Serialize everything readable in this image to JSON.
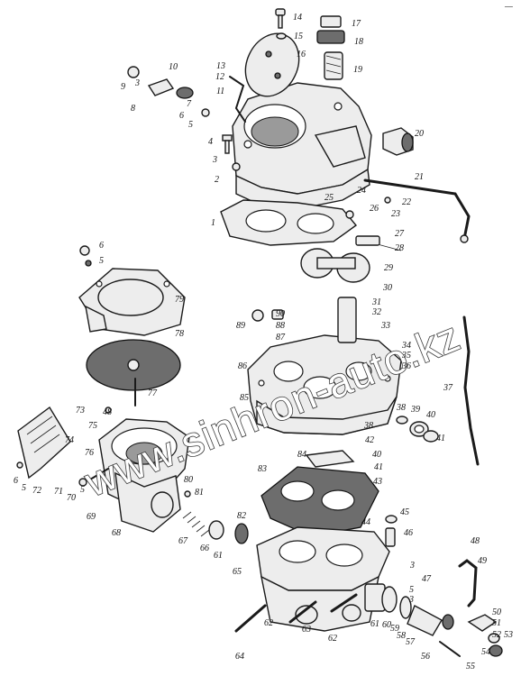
{
  "figure": {
    "corner_mark": "—"
  },
  "watermark": {
    "text": "www.sinhron-auto.kz"
  },
  "callouts": [
    {
      "id": "c1",
      "text": "1"
    },
    {
      "id": "c2",
      "text": "2"
    },
    {
      "id": "c3a",
      "text": "3"
    },
    {
      "id": "c3b",
      "text": "3"
    },
    {
      "id": "c4",
      "text": "4"
    },
    {
      "id": "c5a",
      "text": "5"
    },
    {
      "id": "c6",
      "text": "6"
    },
    {
      "id": "c7",
      "text": "7"
    },
    {
      "id": "c8",
      "text": "8"
    },
    {
      "id": "c9",
      "text": "9"
    },
    {
      "id": "c10",
      "text": "10"
    },
    {
      "id": "c11",
      "text": "11"
    },
    {
      "id": "c12",
      "text": "12"
    },
    {
      "id": "c13",
      "text": "13"
    },
    {
      "id": "c14",
      "text": "14"
    },
    {
      "id": "c15",
      "text": "15"
    },
    {
      "id": "c16",
      "text": "16"
    },
    {
      "id": "c17",
      "text": "17"
    },
    {
      "id": "c18",
      "text": "18"
    },
    {
      "id": "c19",
      "text": "19"
    },
    {
      "id": "c20",
      "text": "20"
    },
    {
      "id": "c21",
      "text": "21"
    },
    {
      "id": "c22",
      "text": "22"
    },
    {
      "id": "c23",
      "text": "23"
    },
    {
      "id": "c24",
      "text": "24"
    },
    {
      "id": "c25",
      "text": "25"
    },
    {
      "id": "c26",
      "text": "26"
    },
    {
      "id": "c27",
      "text": "27"
    },
    {
      "id": "c28",
      "text": "28"
    },
    {
      "id": "c29",
      "text": "29"
    },
    {
      "id": "c30",
      "text": "30"
    },
    {
      "id": "c31",
      "text": "31"
    },
    {
      "id": "c32",
      "text": "32"
    },
    {
      "id": "c33",
      "text": "33"
    },
    {
      "id": "c34",
      "text": "34"
    },
    {
      "id": "c35",
      "text": "35"
    },
    {
      "id": "c36",
      "text": "36"
    },
    {
      "id": "c37",
      "text": "37"
    },
    {
      "id": "c38",
      "text": "38"
    },
    {
      "id": "c38b",
      "text": "38"
    },
    {
      "id": "c39",
      "text": "39"
    },
    {
      "id": "c40",
      "text": "40"
    },
    {
      "id": "c40b",
      "text": "40"
    },
    {
      "id": "c41",
      "text": "41"
    },
    {
      "id": "c41b",
      "text": "41"
    },
    {
      "id": "c42",
      "text": "42"
    },
    {
      "id": "c43",
      "text": "43"
    },
    {
      "id": "c44",
      "text": "44"
    },
    {
      "id": "c45",
      "text": "45"
    },
    {
      "id": "c46",
      "text": "46"
    },
    {
      "id": "c47",
      "text": "47"
    },
    {
      "id": "c48",
      "text": "48"
    },
    {
      "id": "c48b",
      "text": "48"
    },
    {
      "id": "c49",
      "text": "49"
    },
    {
      "id": "c50",
      "text": "50"
    },
    {
      "id": "c51",
      "text": "51"
    },
    {
      "id": "c52",
      "text": "52"
    },
    {
      "id": "c53",
      "text": "53"
    },
    {
      "id": "c54",
      "text": "54"
    },
    {
      "id": "c55",
      "text": "55"
    },
    {
      "id": "c56",
      "text": "56"
    },
    {
      "id": "c57",
      "text": "57"
    },
    {
      "id": "c58",
      "text": "58"
    },
    {
      "id": "c59",
      "text": "59"
    },
    {
      "id": "c60",
      "text": "60"
    },
    {
      "id": "c61",
      "text": "61"
    },
    {
      "id": "c61b",
      "text": "61"
    },
    {
      "id": "c62",
      "text": "62"
    },
    {
      "id": "c62b",
      "text": "62"
    },
    {
      "id": "c63",
      "text": "63"
    },
    {
      "id": "c64",
      "text": "64"
    },
    {
      "id": "c65",
      "text": "65"
    },
    {
      "id": "c66",
      "text": "66"
    },
    {
      "id": "c67",
      "text": "67"
    },
    {
      "id": "c68",
      "text": "68"
    },
    {
      "id": "c69",
      "text": "69"
    },
    {
      "id": "c70",
      "text": "70"
    },
    {
      "id": "c71",
      "text": "71"
    },
    {
      "id": "c72",
      "text": "72"
    },
    {
      "id": "c73",
      "text": "73"
    },
    {
      "id": "c74",
      "text": "74"
    },
    {
      "id": "c75",
      "text": "75"
    },
    {
      "id": "c76",
      "text": "76"
    },
    {
      "id": "c77",
      "text": "77"
    },
    {
      "id": "c78",
      "text": "78"
    },
    {
      "id": "c79",
      "text": "79"
    },
    {
      "id": "c80",
      "text": "80"
    },
    {
      "id": "c81",
      "text": "81"
    },
    {
      "id": "c82",
      "text": "82"
    },
    {
      "id": "c83",
      "text": "83"
    },
    {
      "id": "c84",
      "text": "84"
    },
    {
      "id": "c85",
      "text": "85"
    },
    {
      "id": "c86",
      "text": "86"
    },
    {
      "id": "c87",
      "text": "87"
    },
    {
      "id": "c88",
      "text": "88"
    },
    {
      "id": "c89",
      "text": "89"
    },
    {
      "id": "c90",
      "text": "90"
    },
    {
      "id": "c5b",
      "text": "5"
    },
    {
      "id": "c5c",
      "text": "5"
    },
    {
      "id": "c5d",
      "text": "5"
    },
    {
      "id": "c5e",
      "text": "5"
    },
    {
      "id": "c6b",
      "text": "6"
    },
    {
      "id": "c6c",
      "text": "6"
    },
    {
      "id": "c3c",
      "text": "3"
    },
    {
      "id": "c3d",
      "text": "3"
    }
  ]
}
